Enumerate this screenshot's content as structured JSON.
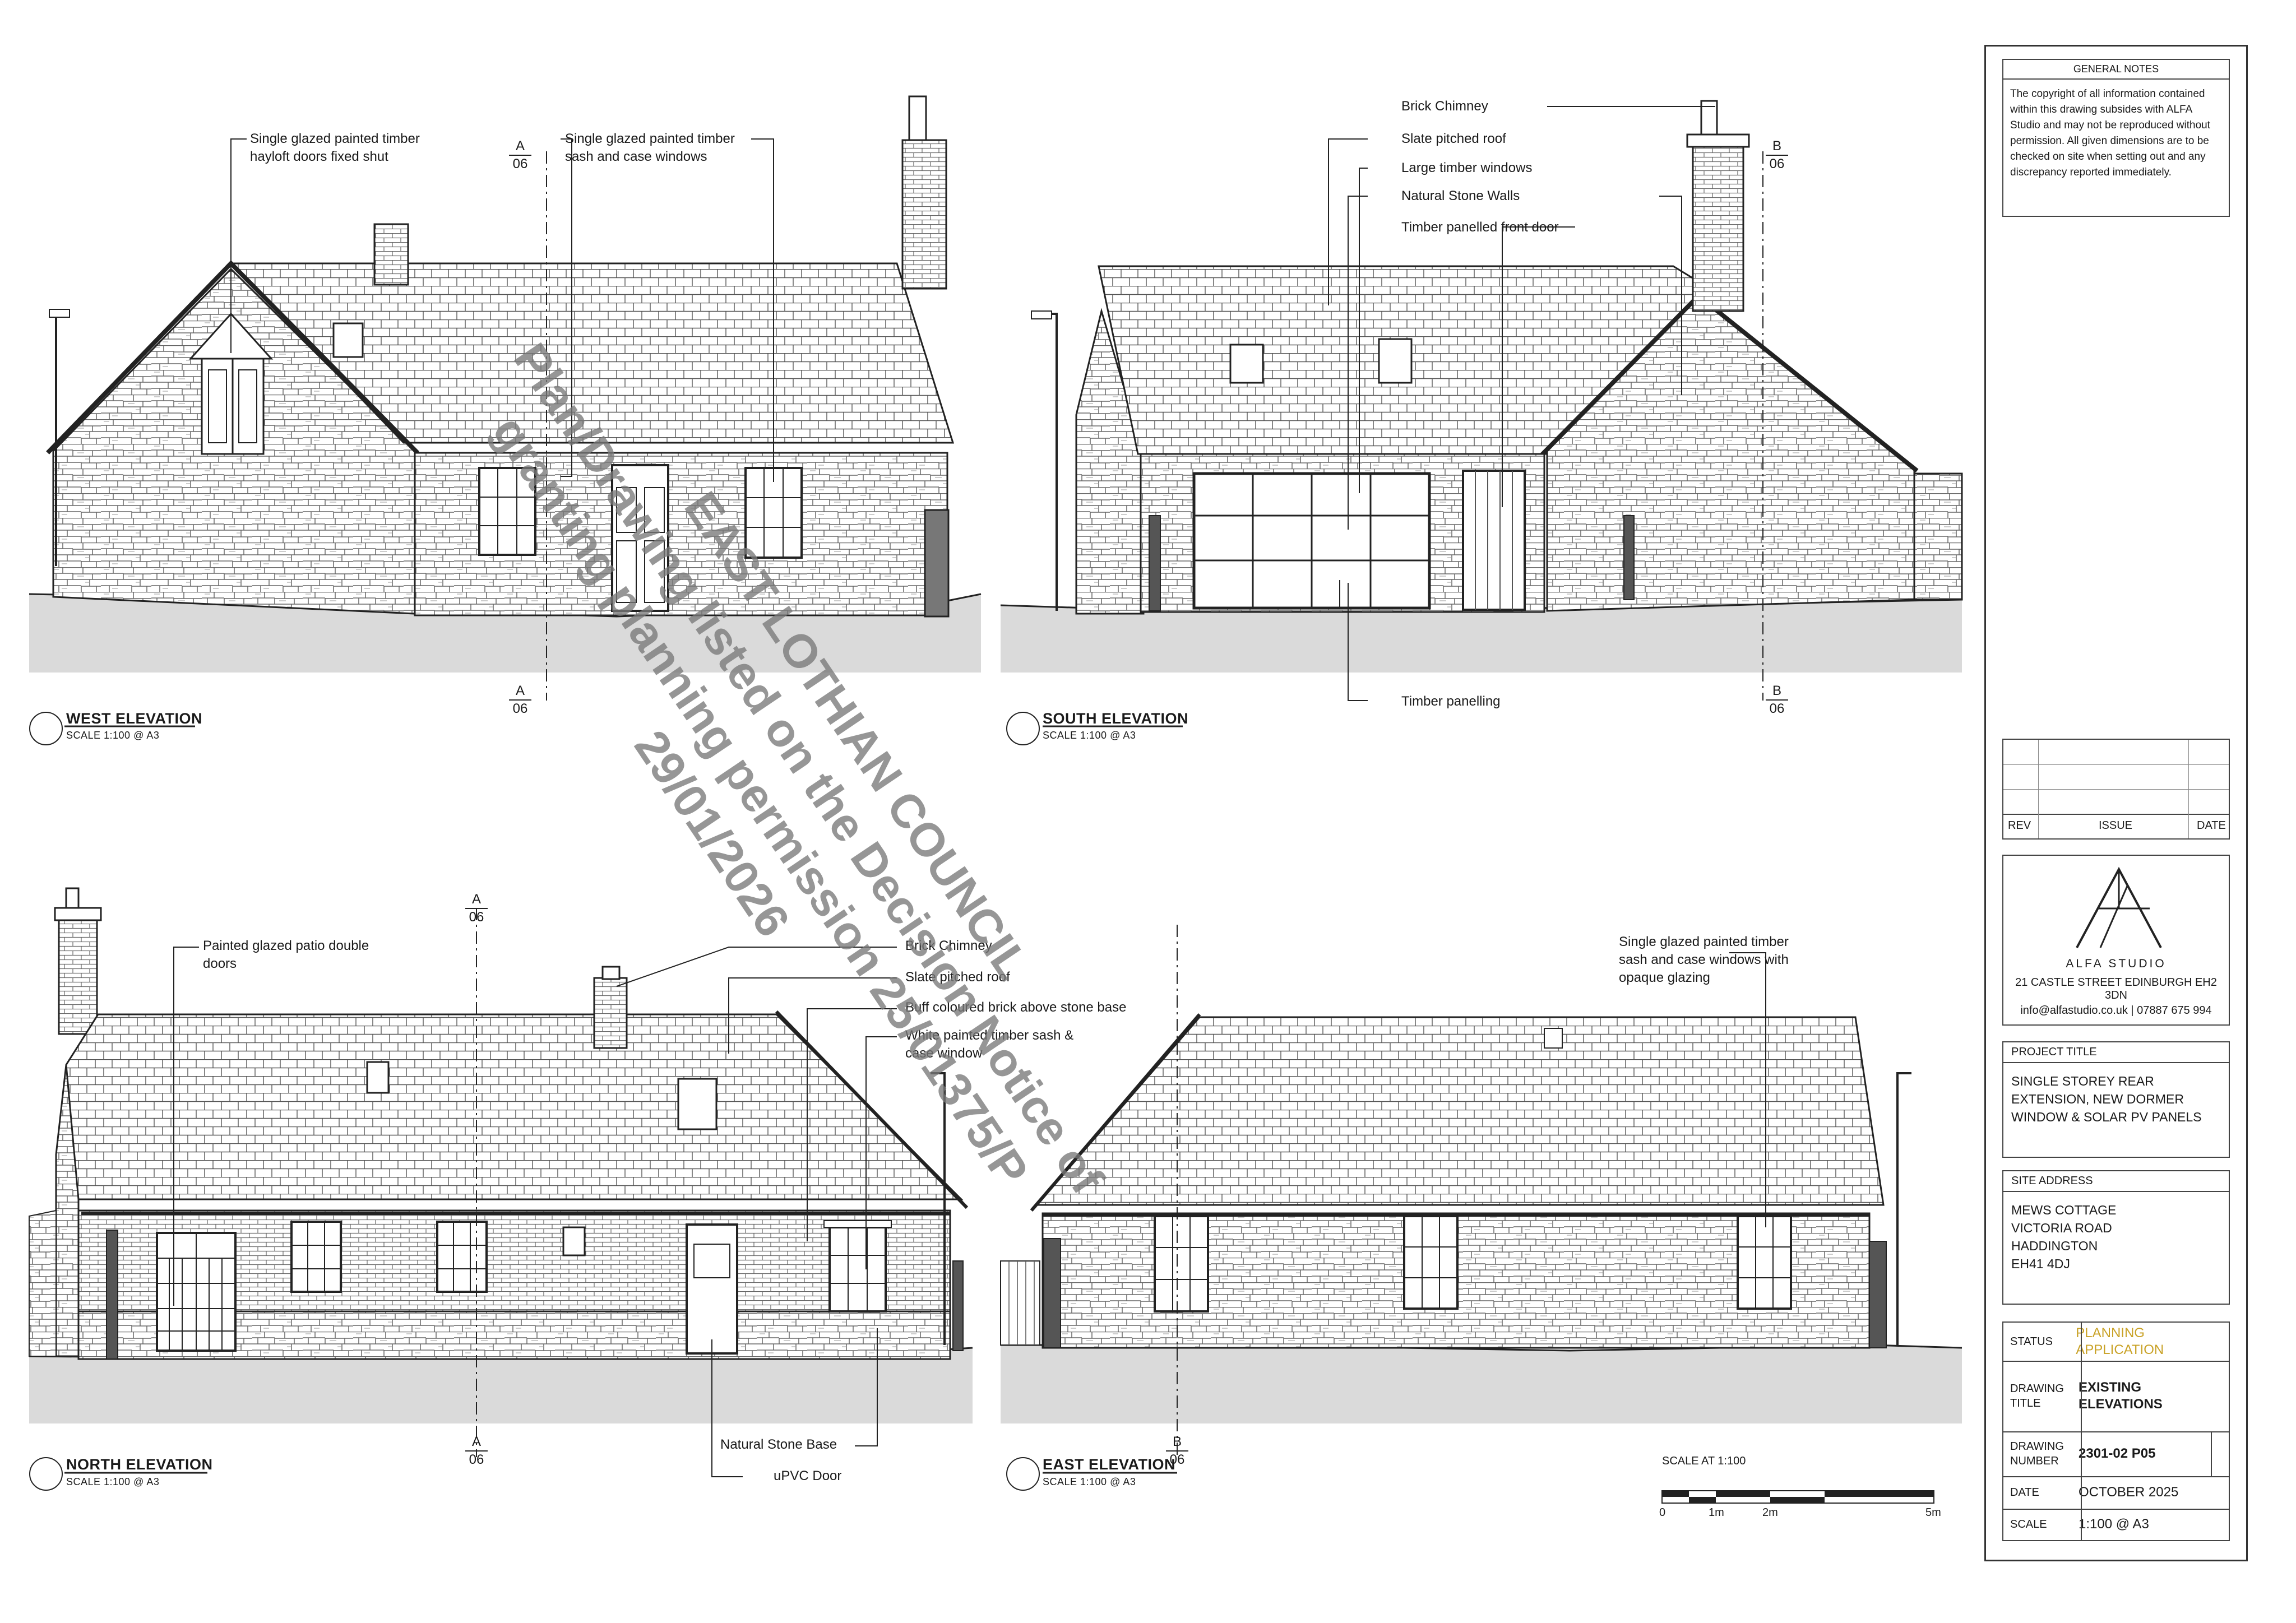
{
  "views": {
    "west": {
      "title": "WEST ELEVATION",
      "scale": "SCALE 1:100 @ A3"
    },
    "south": {
      "title": "SOUTH ELEVATION",
      "scale": "SCALE 1:100 @ A3"
    },
    "north": {
      "title": "NORTH ELEVATION",
      "scale": "SCALE 1:100 @ A3"
    },
    "east": {
      "title": "EAST ELEVATION",
      "scale": "SCALE 1:100 @ A3"
    }
  },
  "section_marks": {
    "a_letter": "A",
    "b_letter": "B",
    "sheet": "06"
  },
  "annotations": {
    "west_hayloft": "Single glazed painted timber hayloft doors fixed shut",
    "west_sash": "Single glazed painted timber sash and case windows",
    "south_chimney": "Brick Chimney",
    "south_roof": "Slate pitched roof",
    "south_windows": "Large timber windows",
    "south_walls": "Natural Stone Walls",
    "south_door": "Timber panelled front door",
    "south_panelling": "Timber panelling",
    "north_patio": "Painted glazed patio double doors",
    "north_chimney": "Brick Chimney",
    "north_roof": "Slate pitched roof",
    "north_brick": "Buff coloured brick above stone base",
    "north_sash": "White painted timber sash & case window",
    "north_base": "Natural Stone Base",
    "north_door": "uPVC Door",
    "east_sash": "Single glazed painted timber sash and case windows with opaque glazing"
  },
  "scale_bar": {
    "title": "SCALE AT 1:100",
    "ticks": [
      "0",
      "1m",
      "2m",
      "5m"
    ]
  },
  "stamp": {
    "line1": "EAST LOTHIAN COUNCIL",
    "line2": "Plan/Drawing listed on the Decision Notice of",
    "line3": "granting planning permission 25/01375/P",
    "line4": "29/01/2026"
  },
  "title_block": {
    "notes_heading": "GENERAL NOTES",
    "notes": "The copyright of all information contained within this drawing subsides with ALFA Studio and may not be reproduced without permission. All given dimensions are to be checked on site when setting out and any discrepancy reported immediately.",
    "rev_headers": {
      "rev": "REV",
      "issue": "ISSUE",
      "date": "DATE"
    },
    "studio_name": "ALFA STUDIO",
    "studio_address": "21 CASTLE STREET EDINBURGH EH2 3DN",
    "studio_contact": "info@alfastudio.co.uk | 07887 675 994",
    "project_title_label": "PROJECT TITLE",
    "project_title": "SINGLE STOREY REAR EXTENSION, NEW DORMER WINDOW & SOLAR PV PANELS",
    "site_address_label": "SITE ADDRESS",
    "site_address": [
      "MEWS COTTAGE",
      "VICTORIA ROAD",
      "HADDINGTON",
      "EH41 4DJ"
    ],
    "status_label": "STATUS",
    "status_value": "PLANNING APPLICATION",
    "status_color": "#c9a227",
    "drawing_title_label": "DRAWING TITLE",
    "drawing_title": "EXISTING ELEVATIONS",
    "drawing_number_label": "DRAWING NUMBER",
    "drawing_number": "2301-02 P05",
    "date_label": "DATE",
    "date_value": "OCTOBER 2025",
    "scale_label": "SCALE",
    "scale_value": "1:100 @ A3"
  }
}
